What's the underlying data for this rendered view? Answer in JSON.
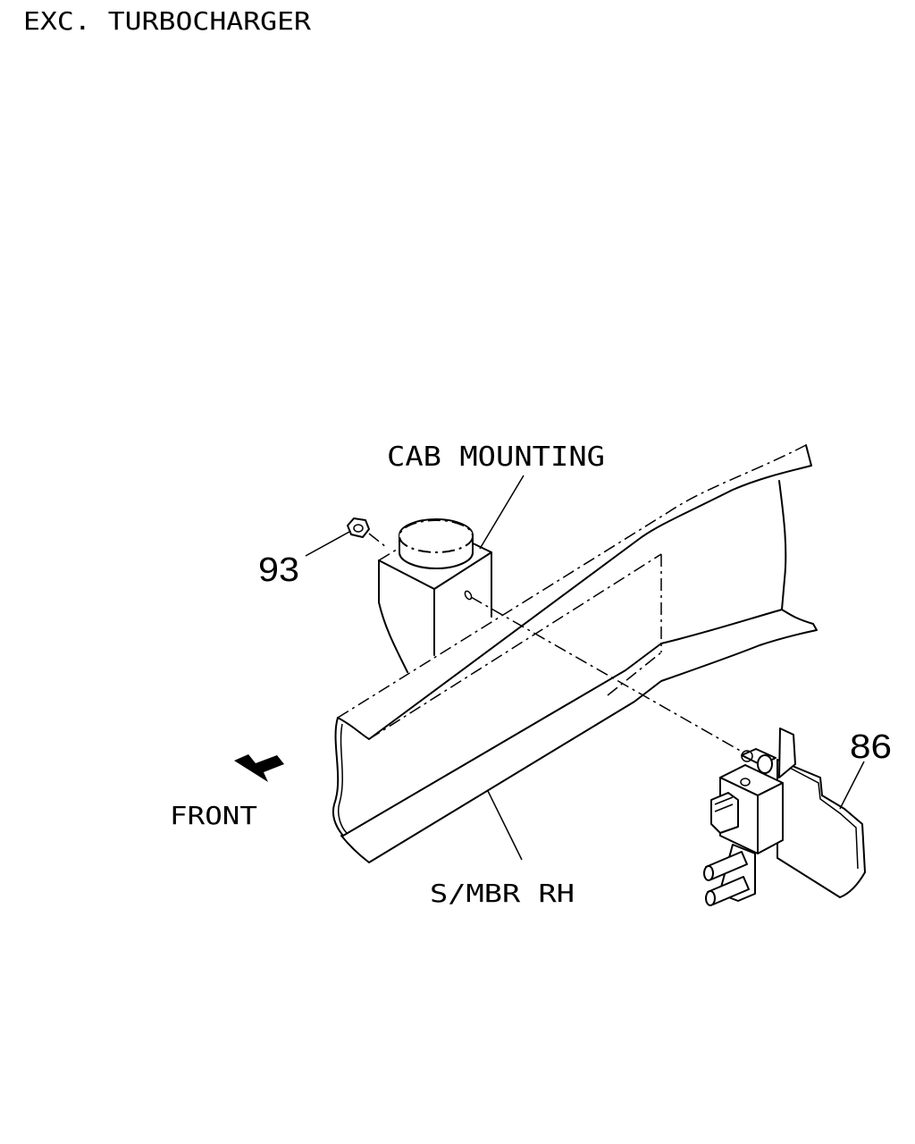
{
  "header": {
    "variant": "EXC. TURBOCHARGER"
  },
  "labels": {
    "cab_mounting": "CAB MOUNTING",
    "part_93": "93",
    "part_86": "86",
    "front": "FRONT",
    "side_member": "S/MBR RH"
  },
  "colors": {
    "ink": "#000000",
    "paper": "#ffffff"
  }
}
